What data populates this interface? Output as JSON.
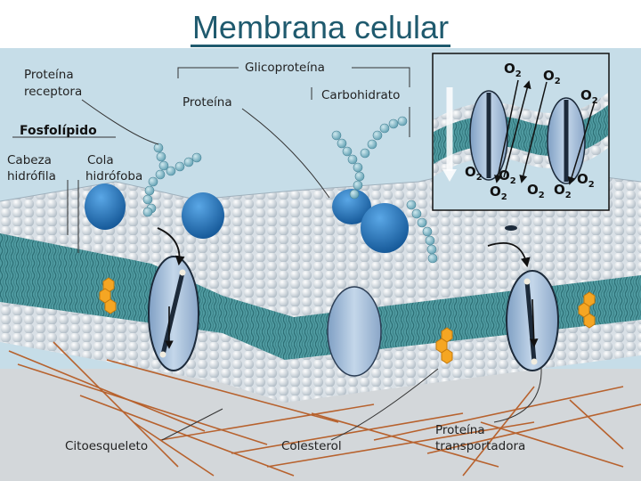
{
  "title": "Membrana celular",
  "labels": {
    "glicoproteina": "Glicoproteína",
    "proteina_receptora_1": "Proteína",
    "proteina_receptora_2": "receptora",
    "proteina": "Proteína",
    "carbohidrato": "Carbohidrato",
    "fosfolipido": "Fosfolípido",
    "cabeza_1": "Cabeza",
    "cabeza_2": "hidrófila",
    "cola_1": "Cola",
    "cola_2": "hidrófoba",
    "citoesqueleto": "Citoesqueleto",
    "colesterol": "Colesterol",
    "transportadora_1": "Proteína",
    "transportadora_2": "transportadora"
  },
  "o2_label": "O",
  "o2_sub": "2",
  "colors": {
    "background": "#c6dde8",
    "bilayer": "#4f9aa0",
    "heads": "#e4e8ec",
    "protein": "#a9c3dd",
    "receptor": "#1f6fb2",
    "cholesterol": "#f5a623",
    "cytoskeleton": "#b5561c",
    "title": "#1f5a6e"
  }
}
